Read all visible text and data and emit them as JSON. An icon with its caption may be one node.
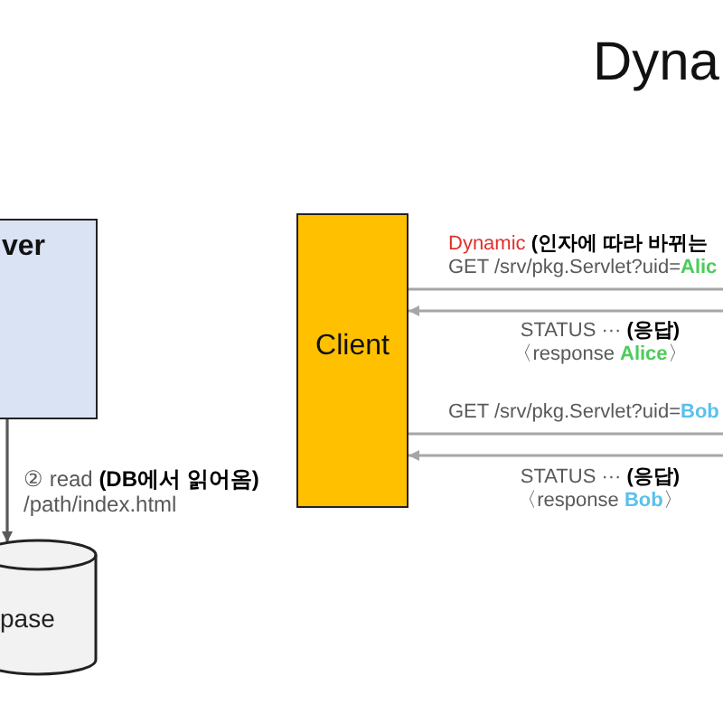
{
  "diagram": {
    "title": "Dyna",
    "nodes": [
      {
        "text": [
          "ver"
        ]
      },
      {
        "text": [
          "pase"
        ]
      },
      {
        "text": [
          "Client"
        ]
      }
    ],
    "edges": [
      {
        "from": 0,
        "to": 1,
        "arrow": "to",
        "label": "② read **(DB에서 읽어옴)** /path/index.html"
      },
      {
        "from": 2,
        "to": null,
        "arrow": "none",
        "label": "GET /srv/pkg.Servlet?uid=**Alic**"
      },
      {
        "from": null,
        "to": 2,
        "arrow": "to",
        "label": "STATUS ··· **(응답)** 〈response **Alice**〉"
      },
      {
        "from": 2,
        "to": null,
        "arrow": "none",
        "label": "GET /srv/pkg.Servlet?uid=**Bob**"
      },
      {
        "from": null,
        "to": 2,
        "arrow": "to",
        "label": "STATUS ··· **(응답)** 〈response **Bob**〉"
      }
    ],
    "labels": [
      "*Dynamic* **(인자에 따라 바뀌는**"
    ]
  }
}
